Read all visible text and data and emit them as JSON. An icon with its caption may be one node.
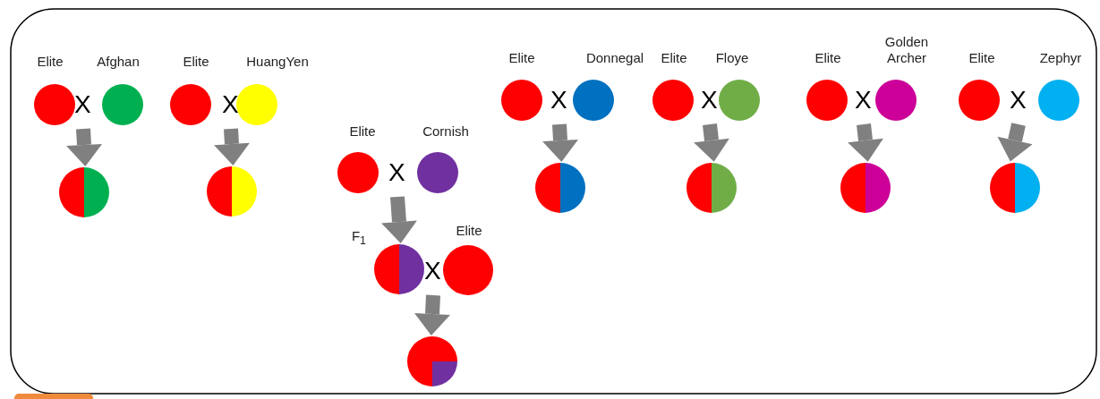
{
  "diagram": {
    "nodes": [
      {
        "text": [
          "Elite"
        ]
      },
      {
        "text": [
          "Afghan"
        ]
      },
      {
        "text": [
          "X"
        ]
      },
      {
        "text": [],
        "shape": "circle"
      },
      {
        "text": [
          "Elite"
        ]
      },
      {
        "text": [
          "HuangYen"
        ]
      },
      {
        "text": [
          "X"
        ]
      },
      {
        "text": [],
        "shape": "circle"
      },
      {
        "text": [
          "Elite"
        ]
      },
      {
        "text": [
          "Cornish"
        ]
      },
      {
        "text": [
          "X"
        ]
      },
      {
        "text": [
          "F$_{1}$"
        ]
      },
      {
        "text": [
          "Elite"
        ]
      },
      {
        "text": [
          "X"
        ]
      },
      {
        "text": [],
        "shape": "circle"
      },
      {
        "text": [
          "Elite"
        ]
      },
      {
        "text": [
          "Donnegal"
        ]
      },
      {
        "text": [
          "X"
        ]
      },
      {
        "text": [],
        "shape": "circle"
      },
      {
        "text": [
          "Elite"
        ]
      },
      {
        "text": [
          "Floye"
        ]
      },
      {
        "text": [
          "X"
        ]
      },
      {
        "text": [],
        "shape": "circle"
      },
      {
        "text": [
          "Elite"
        ]
      },
      {
        "text": [
          "Golden Archer"
        ]
      },
      {
        "text": [
          "X"
        ]
      },
      {
        "text": [],
        "shape": "circle"
      },
      {
        "text": [
          "Elite"
        ]
      },
      {
        "text": [
          "Zephyr"
        ]
      },
      {
        "text": [
          "X"
        ]
      },
      {
        "text": [],
        "shape": "circle"
      }
    ],
    "edges": [
      {
        "from": 2,
        "to": 3,
        "arrow": "to"
      },
      {
        "from": 6,
        "to": 7,
        "arrow": "to"
      },
      {
        "from": 10,
        "to": 11,
        "arrow": "to"
      },
      {
        "from": 13,
        "to": 14,
        "arrow": "to"
      },
      {
        "from": 17,
        "to": 18,
        "arrow": "to"
      },
      {
        "from": 21,
        "to": 22,
        "arrow": "to"
      },
      {
        "from": 25,
        "to": 26,
        "arrow": "to"
      },
      {
        "from": 29,
        "to": 30,
        "arrow": "to"
      }
    ]
  }
}
